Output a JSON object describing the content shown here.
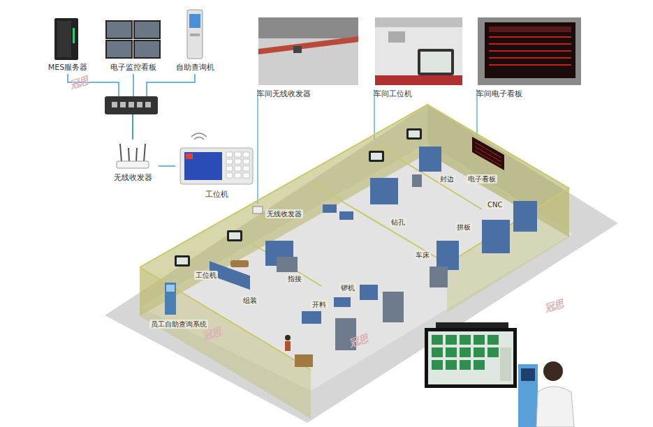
{
  "diagram": {
    "nodes": [
      {
        "text": [
          "MES服务器"
        ]
      },
      {
        "text": [
          "电子监控看板"
        ]
      },
      {
        "text": [
          "自助查询机"
        ]
      },
      {
        "text": [
          "无线收发器"
        ]
      },
      {
        "text": [
          "工位机"
        ]
      },
      {
        "text": [
          "车间无线收发器"
        ]
      },
      {
        "text": [
          "车间工位机"
        ]
      },
      {
        "text": [
          "车间电子看板"
        ]
      }
    ],
    "edges": [
      {
        "from": 0,
        "to": 3,
        "arrow": "none"
      },
      {
        "from": 1,
        "to": 3,
        "arrow": "none"
      },
      {
        "from": 2,
        "to": 3,
        "arrow": "none"
      },
      {
        "from": 3,
        "to": 4,
        "arrow": "none"
      }
    ],
    "labels": [
      "工位机",
      "无线收发器",
      "指接",
      "组装",
      "开料",
      "锣机",
      "钻孔",
      "封边",
      "车床",
      "电子看板",
      "CNC",
      "拼板",
      "员工自助查询系统",
      "冠思",
      "冠思",
      "冠思",
      "冠思"
    ]
  }
}
